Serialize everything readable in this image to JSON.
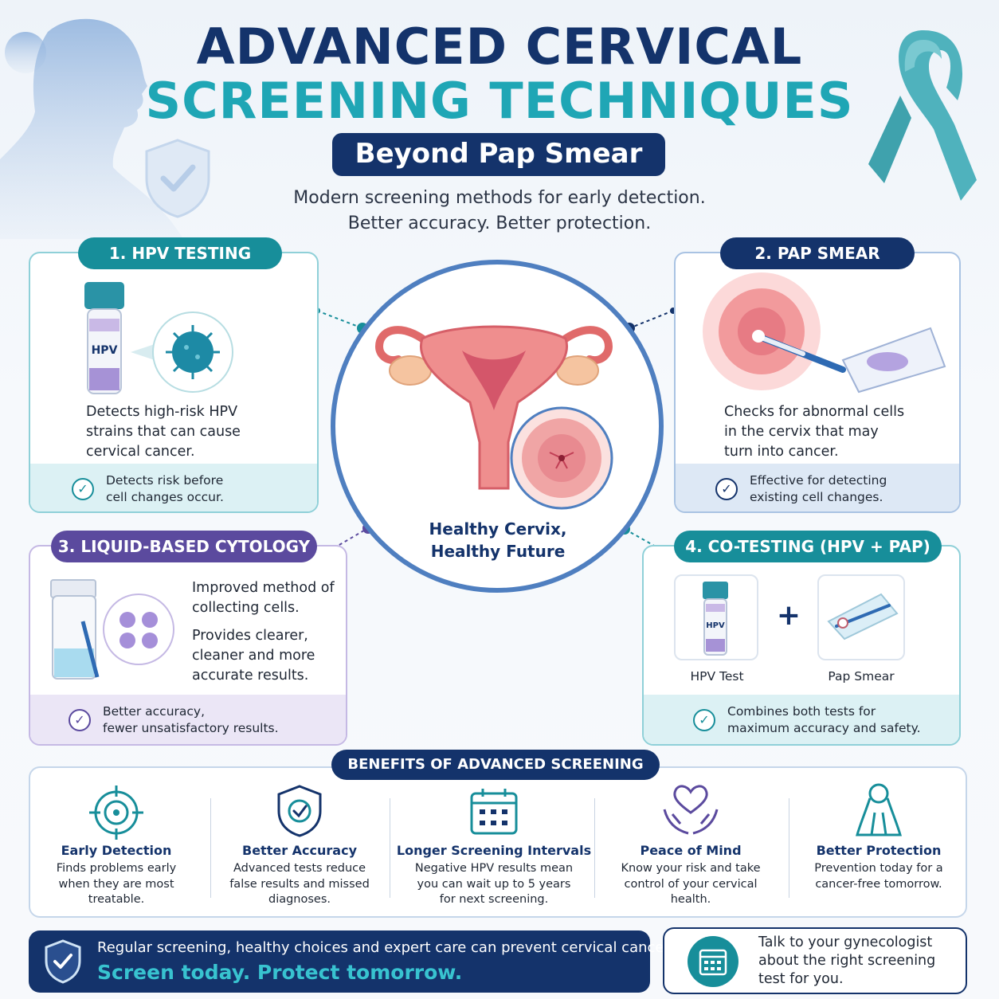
{
  "header": {
    "title_line1": "ADVANCED CERVICAL",
    "title_line2": "SCREENING TECHNIQUES",
    "subtitle": "Beyond Pap Smear",
    "tagline1": "Modern screening methods for early detection.",
    "tagline2": "Better accuracy. Better protection."
  },
  "center": {
    "caption_line1": "Healthy Cervix,",
    "caption_line2": "Healthy Future"
  },
  "methods": [
    {
      "label": "1. HPV TESTING",
      "vial_label": "HPV",
      "desc": [
        "Detects high-risk HPV",
        "strains that can cause",
        "cervical cancer."
      ],
      "note": [
        "Detects risk before",
        "cell changes occur."
      ],
      "color": "#178e9a"
    },
    {
      "label": "2. PAP SMEAR",
      "desc": [
        "Checks for abnormal cells",
        "in the cervix that may",
        "turn into cancer."
      ],
      "note": [
        "Effective for detecting",
        "existing cell changes."
      ],
      "color": "#14336b"
    },
    {
      "label": "3. LIQUID-BASED CYTOLOGY",
      "desc": [
        "Improved method of",
        "collecting cells."
      ],
      "desc2": [
        "Provides clearer,",
        "cleaner and more",
        "accurate results."
      ],
      "note": [
        "Better accuracy,",
        "fewer unsatisfactory results."
      ],
      "color": "#5b4a9e"
    },
    {
      "label": "4. CO-TESTING (HPV + PAP)",
      "vial_label": "HPV",
      "item1": "HPV Test",
      "plus": "+",
      "item2": "Pap Smear",
      "note": [
        "Combines both tests for",
        "maximum accuracy and safety."
      ],
      "color": "#178e9a"
    }
  ],
  "benefits": {
    "title": "BENEFITS OF ADVANCED SCREENING",
    "items": [
      {
        "icon": "target-icon",
        "title": "Early Detection",
        "desc": [
          "Finds problems early",
          "when they are most",
          "treatable."
        ]
      },
      {
        "icon": "shield-check-icon",
        "title": "Better Accuracy",
        "desc": [
          "Advanced tests reduce",
          "false results and missed",
          "diagnoses."
        ]
      },
      {
        "icon": "calendar-icon",
        "title": "Longer Screening Intervals",
        "desc": [
          "Negative HPV results mean",
          "you can wait up to 5 years",
          "for next screening."
        ]
      },
      {
        "icon": "heart-hands-icon",
        "title": "Peace of Mind",
        "desc": [
          "Know your risk and take",
          "control of your cervical",
          "health."
        ]
      },
      {
        "icon": "woman-icon",
        "title": "Better Protection",
        "desc": [
          "Prevention today for a",
          "cancer-free tomorrow."
        ]
      }
    ]
  },
  "footer": {
    "banner_line1": "Regular screening, healthy choices and expert care can prevent cervical cancer.",
    "banner_line2": "Screen today. Protect tomorrow.",
    "talk": [
      "Talk to your gynecologist",
      "about the right screening",
      "test for you."
    ]
  },
  "colors": {
    "navy": "#14336b",
    "teal": "#1fa6b5",
    "purple": "#5b4a9e",
    "ribbon": "#4fb2bd"
  }
}
